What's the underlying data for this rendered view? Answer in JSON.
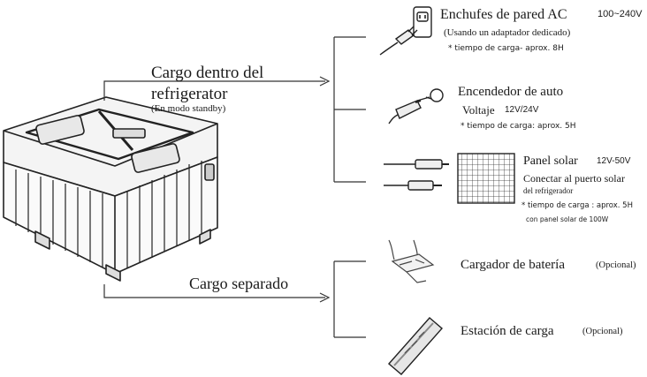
{
  "branch_inside": {
    "title_line1": "Cargo dentro del",
    "title_line2": "refrigerator",
    "note": "(En modo standby)"
  },
  "branch_separate": {
    "title": "Cargo separado"
  },
  "options": {
    "ac": {
      "title": "Enchufes de pared AC",
      "voltage": "100~240V",
      "sub": "(Usando un adaptador dedicado)",
      "time": "* tiempo de carga- aprox. 8H",
      "icon": "wall-outlet-plug-icon"
    },
    "car": {
      "title": "Encendedor de auto",
      "sub_label": "Voltaje",
      "voltage": "12V/24V",
      "time": "* tiempo de carga: aprox. 5H",
      "icon": "car-lighter-plug-icon"
    },
    "solar": {
      "title": "Panel solar",
      "voltage": "12V-50V",
      "sub1": "Conectar al puerto solar",
      "sub2": "del refrigerador",
      "time1": "* tiempo de carga : aprox. 5H",
      "time2": "con panel solar de 100W",
      "icon": "solar-panel-icon"
    },
    "battery": {
      "title": "Cargador de batería",
      "tag": "(Opcional)",
      "icon": "battery-charger-icon"
    },
    "station": {
      "title": "Estación de carga",
      "tag": "(Opcional)",
      "icon": "charging-station-icon"
    }
  },
  "colors": {
    "ink": "#1a1a1a",
    "line": "#333333"
  }
}
